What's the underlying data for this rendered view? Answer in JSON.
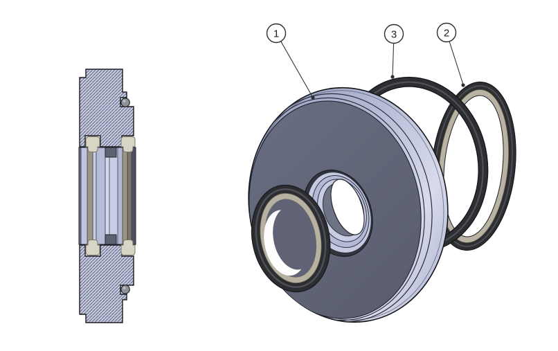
{
  "drawing": {
    "balloons": [
      {
        "label": "1"
      },
      {
        "label": "3"
      },
      {
        "label": "2"
      }
    ],
    "colors": {
      "background": "#ffffff",
      "body_lavender": "#b9bed9",
      "rim_highlight": "#d8dbec",
      "face_slate": "#61657a",
      "oring_black": "#2d2e32",
      "seal_tan": "#b7b1a1",
      "section_hatch_line": "#4d5370",
      "section_hatch_bg": "#c9cde2",
      "outline": "#17181c"
    }
  }
}
